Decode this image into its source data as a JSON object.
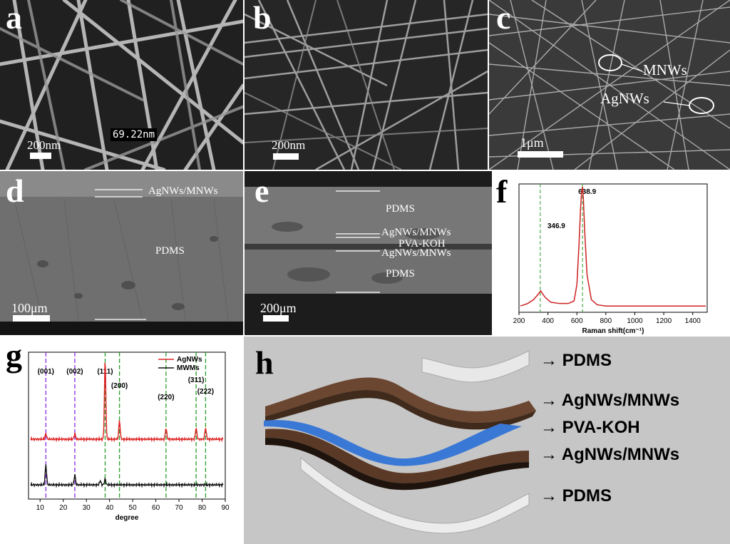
{
  "panels": {
    "a": {
      "label": "a",
      "scale": "200nm",
      "measure": "69.22nm"
    },
    "b": {
      "label": "b",
      "scale": "200nm"
    },
    "c": {
      "label": "c",
      "scale": "1μm",
      "mnw": "MNWs",
      "agnw": "AgNWs"
    },
    "d": {
      "label": "d",
      "scale": "100μm",
      "layer1": "AgNWs/MNWs",
      "layer2": "PDMS"
    },
    "e": {
      "label": "e",
      "scale": "200μm",
      "l1": "PDMS",
      "l2": "AgNWs/MNWs",
      "l3": "PVA-KOH",
      "l4": "AgNWs/MNWs",
      "l5": "PDMS"
    },
    "f": {
      "label": "f"
    },
    "g": {
      "label": "g"
    },
    "h": {
      "label": "h",
      "layers": [
        "PDMS",
        "AgNWs/MNWs",
        "PVA-KOH",
        "AgNWs/MNWs",
        "PDMS"
      ],
      "arrow": "→"
    }
  },
  "chart_data": [
    {
      "panel": "f",
      "type": "line",
      "xlabel": "Raman shift(cm⁻¹)",
      "ylabel": "",
      "xlim": [
        200,
        1500
      ],
      "xticks": [
        200,
        400,
        600,
        800,
        1000,
        1200,
        1400
      ],
      "color": "#cc2222",
      "annotations": [
        {
          "x": 346.9,
          "text": "346.9"
        },
        {
          "x": 638.9,
          "text": "638.9"
        }
      ],
      "series": [
        {
          "x": [
            210,
            260,
            300,
            330,
            350,
            380,
            420,
            480,
            540,
            580,
            600,
            615,
            625,
            632,
            638.9,
            645,
            655,
            670,
            700,
            740,
            800,
            900,
            1000,
            1100,
            1200,
            1300,
            1400,
            1490
          ],
          "y": [
            0.05,
            0.07,
            0.1,
            0.14,
            0.17,
            0.12,
            0.08,
            0.07,
            0.07,
            0.09,
            0.22,
            0.55,
            0.82,
            0.95,
            1.0,
            0.9,
            0.62,
            0.3,
            0.1,
            0.06,
            0.05,
            0.05,
            0.05,
            0.05,
            0.05,
            0.05,
            0.05,
            0.05
          ]
        }
      ]
    },
    {
      "panel": "g",
      "type": "line",
      "xlabel": "degree",
      "ylabel": "",
      "xlim": [
        5,
        90
      ],
      "xticks": [
        10,
        20,
        30,
        40,
        50,
        60,
        70,
        80,
        90
      ],
      "peaks": [
        {
          "x": 12.5,
          "text": "(001)",
          "color": "#8a2be2"
        },
        {
          "x": 25,
          "text": "(002)",
          "color": "#8a2be2"
        },
        {
          "x": 38.1,
          "text": "(111)",
          "color": "#2a9d2a"
        },
        {
          "x": 44.3,
          "text": "(200)",
          "color": "#2a9d2a"
        },
        {
          "x": 64.4,
          "text": "(220)",
          "color": "#2a9d2a"
        },
        {
          "x": 77.4,
          "text": "(311)",
          "color": "#2a9d2a"
        },
        {
          "x": 81.5,
          "text": "(222)",
          "color": "#2a9d2a"
        }
      ],
      "series": [
        {
          "name": "AgNWs",
          "color": "#dd2222",
          "baseline": 0.42,
          "peaks": [
            [
              38.1,
              0.98
            ],
            [
              44.3,
              0.55
            ],
            [
              64.4,
              0.5
            ],
            [
              77.4,
              0.5
            ],
            [
              81.5,
              0.5
            ],
            [
              12.5,
              0.46
            ],
            [
              25,
              0.46
            ]
          ]
        },
        {
          "name": "MWMs",
          "color": "#111111",
          "baseline": 0.1,
          "peaks": [
            [
              12.5,
              0.24
            ],
            [
              25,
              0.17
            ],
            [
              36,
              0.13
            ],
            [
              38.1,
              0.14
            ]
          ]
        }
      ]
    }
  ]
}
